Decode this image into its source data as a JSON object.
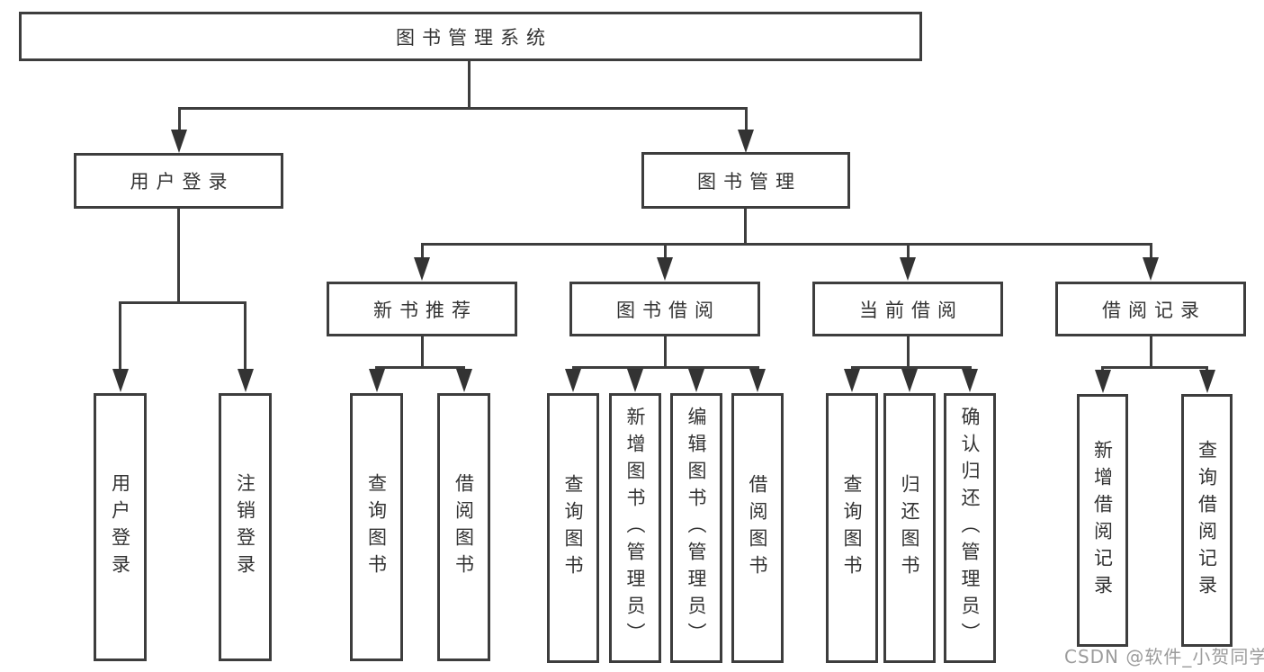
{
  "page": {
    "background": "#ffffff"
  },
  "diagram": {
    "type": "org-tree",
    "title": "图书管理系统",
    "line_color": "#3d3d3d",
    "box_border_color": "#3d3d3d",
    "box_fill_color": "#ffffff",
    "text_color": "#333333",
    "nodes": [
      {
        "id": "root",
        "label": "图书管理系统",
        "level": 1,
        "parent": null
      },
      {
        "id": "user-login",
        "label": "用户登录",
        "level": 2,
        "parent": "root"
      },
      {
        "id": "book-mgmt",
        "label": "图书管理",
        "level": 2,
        "parent": "root"
      },
      {
        "id": "new-book-rec",
        "label": "新书推荐",
        "level": 3,
        "parent": "book-mgmt"
      },
      {
        "id": "book-borrow",
        "label": "图书借阅",
        "level": 3,
        "parent": "book-mgmt"
      },
      {
        "id": "current-borrow",
        "label": "当前借阅",
        "level": 3,
        "parent": "book-mgmt"
      },
      {
        "id": "borrow-record",
        "label": "借阅记录",
        "level": 3,
        "parent": "book-mgmt"
      },
      {
        "id": "leaf-user-login",
        "label": "用户登录",
        "level": 4,
        "parent": "user-login"
      },
      {
        "id": "leaf-logout",
        "label": "注销登录",
        "level": 4,
        "parent": "user-login"
      },
      {
        "id": "leaf-nbr-query",
        "label": "查询图书",
        "level": 4,
        "parent": "new-book-rec"
      },
      {
        "id": "leaf-nbr-borrow",
        "label": "借阅图书",
        "level": 4,
        "parent": "new-book-rec"
      },
      {
        "id": "leaf-bb-query",
        "label": "查询图书",
        "level": 4,
        "parent": "book-borrow"
      },
      {
        "id": "leaf-bb-add",
        "label": "新增图书（管理员）",
        "level": 4,
        "parent": "book-borrow"
      },
      {
        "id": "leaf-bb-edit",
        "label": "编辑图书（管理员）",
        "level": 4,
        "parent": "book-borrow"
      },
      {
        "id": "leaf-bb-borrow",
        "label": "借阅图书",
        "level": 4,
        "parent": "book-borrow"
      },
      {
        "id": "leaf-cb-query",
        "label": "查询图书",
        "level": 4,
        "parent": "current-borrow"
      },
      {
        "id": "leaf-cb-return",
        "label": "归还图书",
        "level": 4,
        "parent": "current-borrow"
      },
      {
        "id": "leaf-cb-confirm",
        "label": "确认归还（管理员）",
        "level": 4,
        "parent": "current-borrow"
      },
      {
        "id": "leaf-br-add",
        "label": "新增借阅记录",
        "level": 4,
        "parent": "borrow-record"
      },
      {
        "id": "leaf-br-query",
        "label": "查询借阅记录",
        "level": 4,
        "parent": "borrow-record"
      }
    ]
  },
  "watermark": {
    "text": "CSDN @软件_小贺同学",
    "color": "#9c9c9c"
  }
}
